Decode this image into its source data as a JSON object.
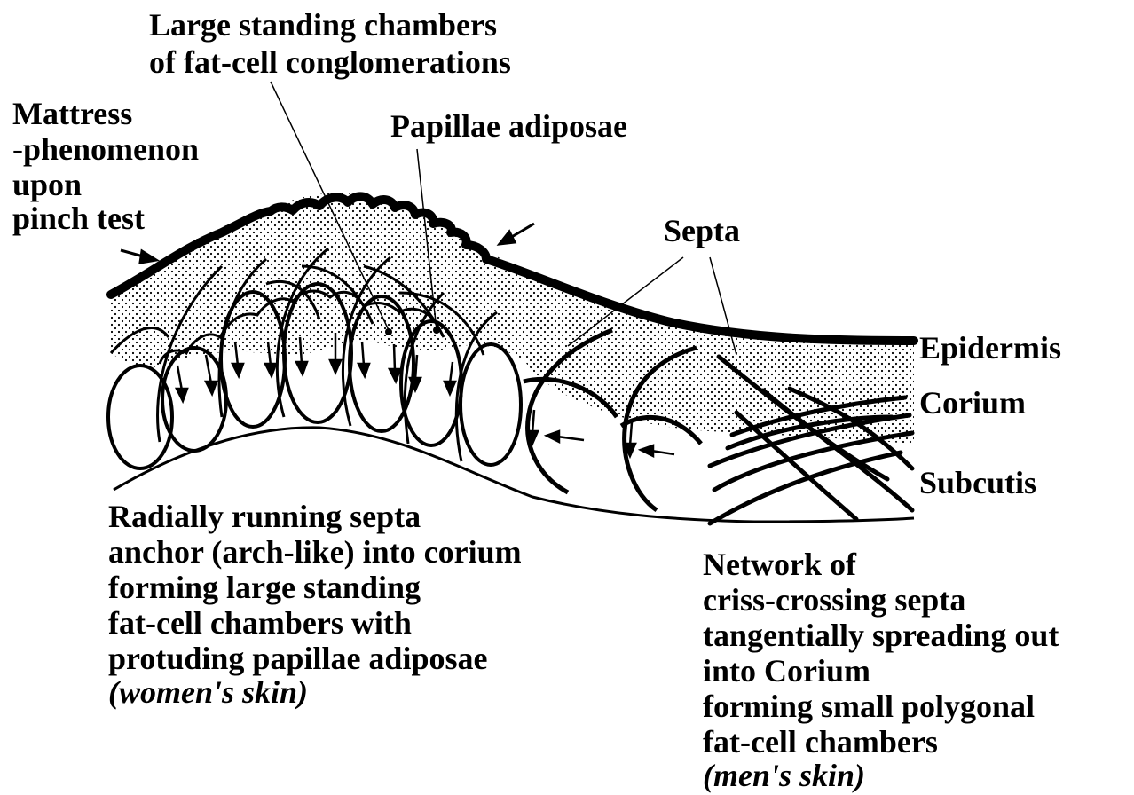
{
  "labels": {
    "large_chambers": [
      "Large standing chambers",
      "of fat-cell conglomerations"
    ],
    "mattress": [
      "Mattress",
      "-phenomenon",
      "upon",
      "pinch test"
    ],
    "papillae": "Papillae adiposae",
    "septa": "Septa",
    "layers": {
      "epidermis": "Epidermis",
      "corium": "Corium",
      "subcutis": "Subcutis"
    },
    "women_caption": [
      "Radially running septa",
      "anchor (arch-like) into corium",
      "forming large standing",
      "fat-cell chambers with",
      "protuding papillae adiposae"
    ],
    "women_tag": "(women's skin)",
    "men_caption": [
      "Network of",
      "criss-crossing septa",
      "tangentially spreading out",
      "into Corium",
      "forming small polygonal",
      "fat-cell chambers"
    ],
    "men_tag": "(men's skin)"
  },
  "colors": {
    "ink": "#000000",
    "paper": "#ffffff"
  }
}
